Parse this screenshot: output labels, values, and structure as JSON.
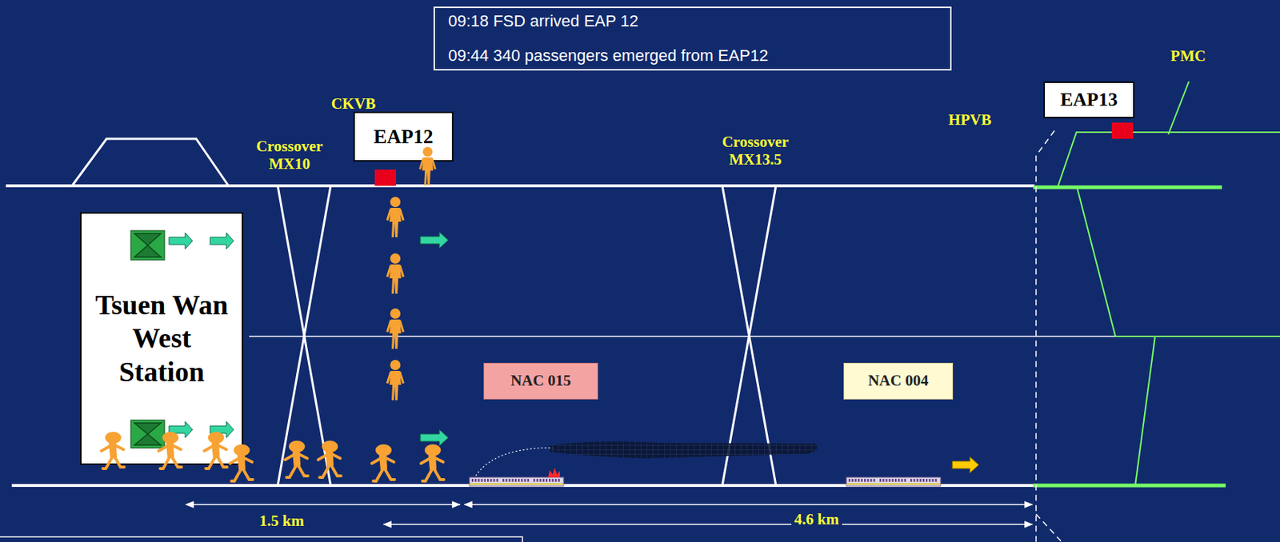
{
  "diagram": {
    "nodes": [
      {
        "text": [
          "09:18 FSD arrived EAP 12",
          "09:44 340 passengers emerged from EAP12"
        ]
      },
      {
        "text": [
          "EAP12"
        ]
      },
      {
        "text": [
          "EAP13"
        ]
      },
      {
        "text": [
          "Tsuen Wan West Station"
        ]
      },
      {
        "text": [
          "NAC 015"
        ]
      },
      {
        "text": [
          "NAC 004"
        ]
      }
    ],
    "labels": [
      "CKVB",
      "Crossover MX10",
      "Crossover MX13.5",
      "HPVB",
      "PMC",
      "1.5 km",
      "4.6 km"
    ]
  }
}
